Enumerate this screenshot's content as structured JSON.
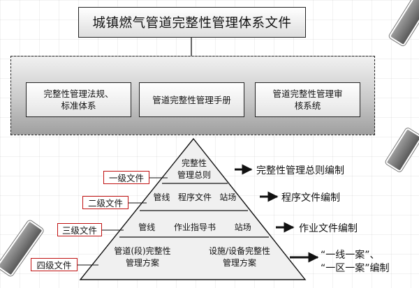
{
  "title": "城镇燃气管道完整性管理体系文件",
  "sub_documents": [
    "完整性管理法规、\n标准体系",
    "管道完整性管理手册",
    "管道完整性管理审\n核系统"
  ],
  "levels": [
    {
      "label": "一级文件",
      "content": "完整性\n管理总则",
      "output": "完整性管理总则编制"
    },
    {
      "label": "二级文件",
      "content": "管线   程序文件   站场",
      "output": "程序文件编制"
    },
    {
      "label": "三级文件",
      "content": "管线       作业指导书       站场",
      "output": "作业文件编制"
    },
    {
      "label": "四级文件",
      "content_left": "管道(段)完整性\n管理方案",
      "content_right": "设施/设备完整性\n管理方案",
      "output_line1": "“一线一案”、",
      "output_line2": "“一区一案”编制"
    }
  ],
  "colors": {
    "label_border": "#c01010",
    "pyramid_fill": "#f0f0f0",
    "stroke": "#111111"
  }
}
